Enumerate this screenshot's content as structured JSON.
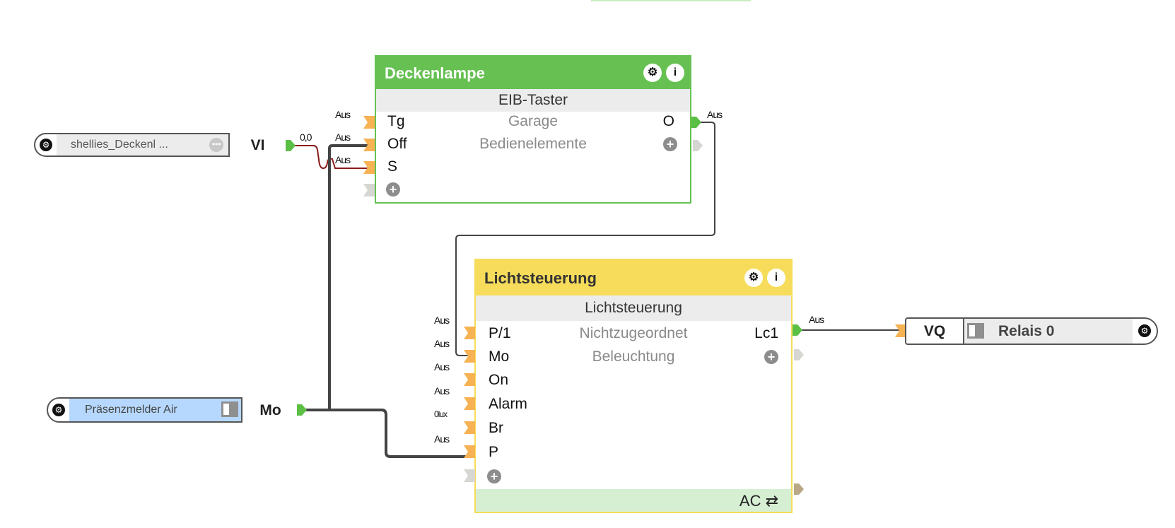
{
  "colors": {
    "green_block": "#66c152",
    "yellow_block": "#f6dc5a",
    "input_port": "#f7b253",
    "output_port_active": "#5bbf45",
    "output_port_inactive": "#d6d6d2",
    "wire_dark": "#444444",
    "wire_red": "#8b1a1a",
    "selected_blue": "#b6d8ff",
    "footer_green": "#d6efd3"
  },
  "blocks": {
    "deckenlampe": {
      "title": "Deckenlampe",
      "type": "EIB-Taster",
      "location": "Garage",
      "category": "Bedienelemente",
      "inputs": [
        {
          "label": "Tg",
          "value": "Aus"
        },
        {
          "label": "Off",
          "value": "Aus"
        },
        {
          "label": "S",
          "value": "Aus"
        }
      ],
      "outputs": [
        {
          "label": "O",
          "value": "Aus"
        }
      ],
      "gear_icon": "⚙",
      "info_icon": "i"
    },
    "lichtsteuerung": {
      "title": "Lichtsteuerung",
      "type": "Lichtsteuerung",
      "location": "Nichtzugeordnet",
      "category": "Beleuchtung",
      "inputs": [
        {
          "label": "P/1",
          "value": "Aus"
        },
        {
          "label": "Mo",
          "value": "Aus"
        },
        {
          "label": "On",
          "value": "Aus"
        },
        {
          "label": "Alarm",
          "value": "Aus"
        },
        {
          "label": "Br",
          "value": "0lux"
        },
        {
          "label": "P",
          "value": "Aus"
        }
      ],
      "outputs": [
        {
          "label": "Lc1",
          "value": "Aus"
        }
      ],
      "footer": "AC ⇄",
      "gear_icon": "⚙",
      "info_icon": "i"
    }
  },
  "inputs": {
    "shellies": {
      "name": "shellies_Deckenl ...",
      "type": "VI",
      "value": "0,0"
    },
    "praesenz": {
      "name": "Präsenzmelder Air",
      "type": "Mo"
    }
  },
  "outputs": {
    "relais": {
      "type": "VQ",
      "name": "Relais 0"
    }
  }
}
